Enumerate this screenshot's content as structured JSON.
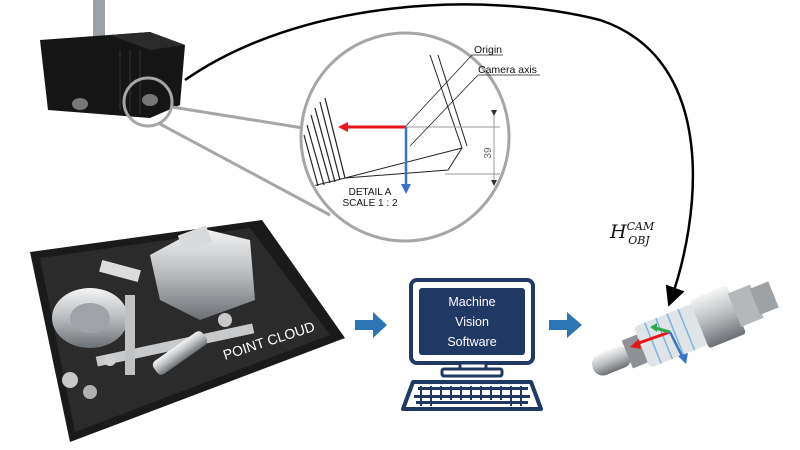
{
  "detail": {
    "origin_label": "Origin",
    "camera_axis_label": "Camera axis",
    "dimension": "39",
    "detail_title": "DETAIL A",
    "detail_scale": "SCALE 1 : 2"
  },
  "transform": {
    "base": "H",
    "superscript": "CAM",
    "subscript": "OBJ"
  },
  "point_cloud_label": "POINT CLOUD",
  "computer": {
    "line1": "Machine",
    "line2": "Vision",
    "line3": "Software"
  },
  "colors": {
    "flow_arrow": "#2e75b6",
    "monitor": "#1f3864",
    "x_axis": "#e8161b",
    "y_axis": "#2fa84f",
    "z_axis": "#3a74c9"
  }
}
